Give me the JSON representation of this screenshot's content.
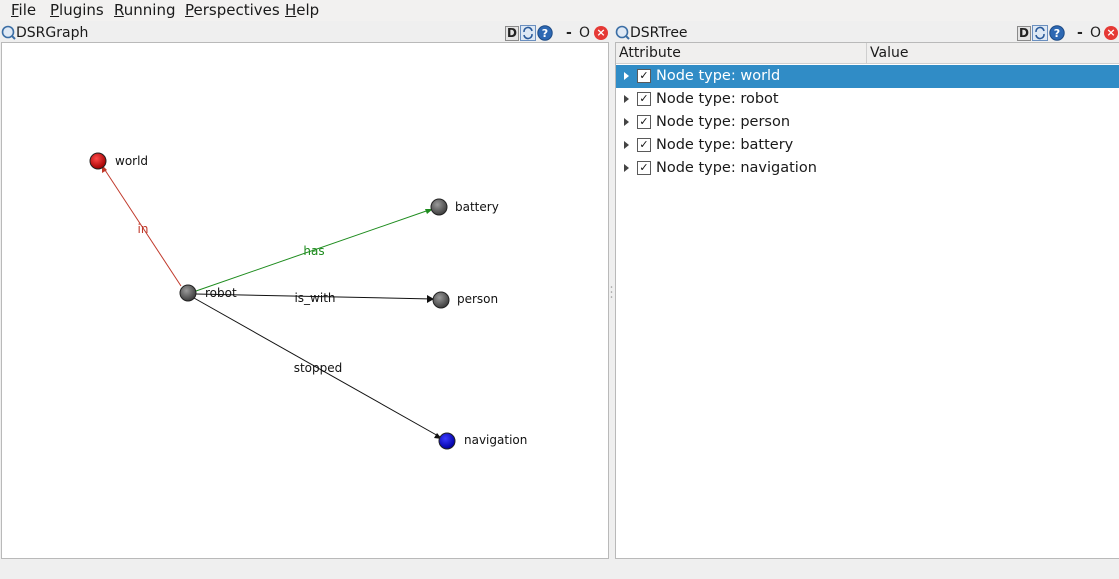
{
  "menu": {
    "file": {
      "mnemonic": "F",
      "rest": "ile"
    },
    "plugins": {
      "mnemonic": "P",
      "rest": "lugins"
    },
    "running": {
      "mnemonic": "R",
      "rest": "unning"
    },
    "perspectives": {
      "mnemonic": "P",
      "rest": "erspectives"
    },
    "help": {
      "mnemonic": "H",
      "rest": "elp"
    }
  },
  "graph_dock": {
    "title": "DSRGraph",
    "d_label": "D",
    "min_label": "-",
    "float_label": "O",
    "close_label": "×"
  },
  "tree_dock": {
    "title": "DSRTree",
    "d_label": "D",
    "min_label": "-",
    "float_label": "O",
    "close_label": "×"
  },
  "graph": {
    "nodes": [
      {
        "id": "world",
        "label": "world",
        "color": "#cc0000",
        "icon": "node-circle"
      },
      {
        "id": "battery",
        "label": "battery",
        "color": "#555555",
        "icon": "node-circle"
      },
      {
        "id": "robot",
        "label": "robot",
        "color": "#555555",
        "icon": "node-circle"
      },
      {
        "id": "person",
        "label": "person",
        "color": "#555555",
        "icon": "node-circle"
      },
      {
        "id": "navigation",
        "label": "navigation",
        "color": "#0000cc",
        "icon": "node-circle"
      }
    ],
    "edges": [
      {
        "from": "robot",
        "to": "world",
        "label": "in",
        "color": "#c0392b"
      },
      {
        "from": "robot",
        "to": "battery",
        "label": "has",
        "color": "#1e8c1e"
      },
      {
        "from": "robot",
        "to": "person",
        "label": "is_with",
        "color": "#111111"
      },
      {
        "from": "robot",
        "to": "navigation",
        "label": "stopped",
        "color": "#111111"
      }
    ]
  },
  "tree": {
    "columns": {
      "attribute": "Attribute",
      "value": "Value"
    },
    "rows": [
      {
        "label": "Node type: world",
        "checked": "✓",
        "selected": true
      },
      {
        "label": "Node type: robot",
        "checked": "✓",
        "selected": false
      },
      {
        "label": "Node type: person",
        "checked": "✓",
        "selected": false
      },
      {
        "label": "Node type: battery",
        "checked": "✓",
        "selected": false
      },
      {
        "label": "Node type: navigation",
        "checked": "✓",
        "selected": false
      }
    ]
  },
  "colors": {
    "selection": "#308cc6",
    "close_button": "#e53935"
  }
}
